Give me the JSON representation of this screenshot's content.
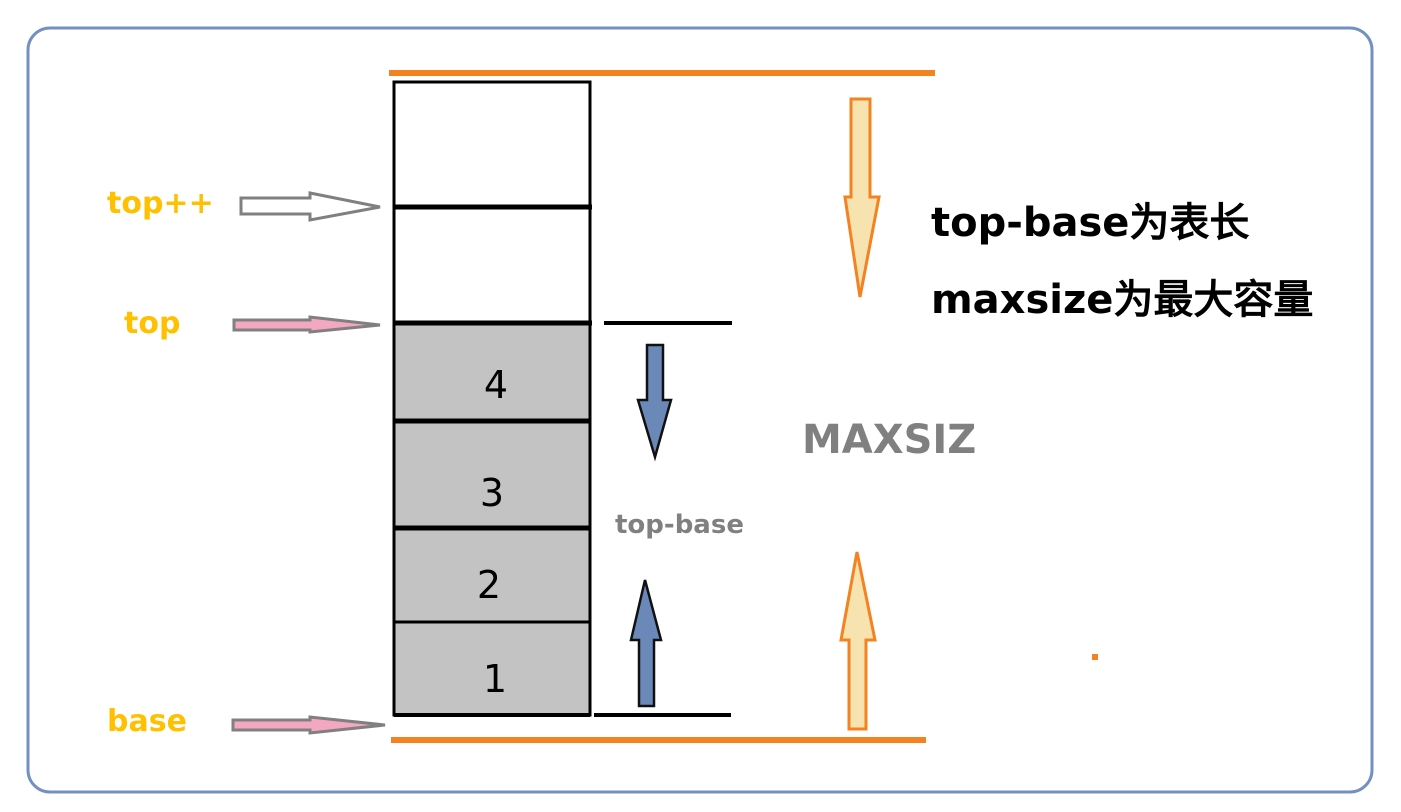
{
  "title": "",
  "pointers": {
    "top_plus_plus": "top++",
    "top": "top",
    "base": "base"
  },
  "stack": {
    "cells": [
      "4",
      "3",
      "2",
      "1"
    ],
    "empty_cells": 2
  },
  "span_label": "top-base",
  "capacity_label": "MAXSIZ",
  "notes": {
    "line1": "top-base为表长",
    "line2": "maxsize为最大容量"
  },
  "colors": {
    "frame": "#7391c0",
    "orange": "#f58220",
    "orange_fill": "#f6e3b0",
    "blue": "#6b89b8",
    "pointer_text": "#ffc000",
    "pink": "#f4a7c0",
    "gray_arrow": "#808080",
    "cell_fill": "#c3c3c3",
    "gray_text": "#808080"
  }
}
